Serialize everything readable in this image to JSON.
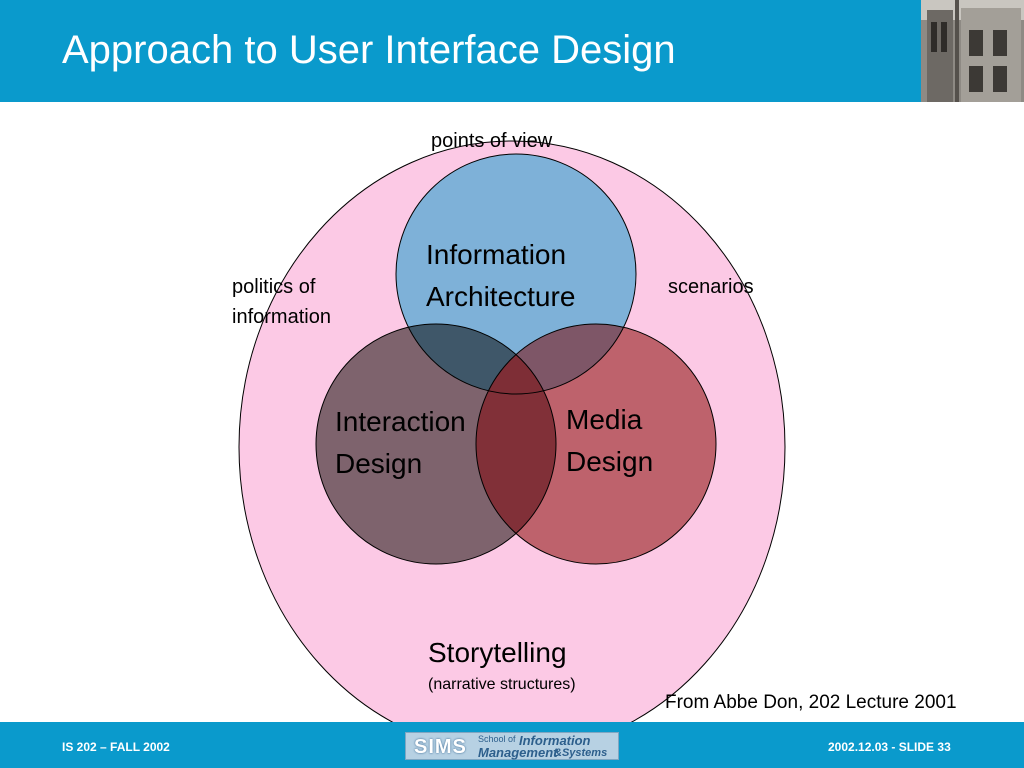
{
  "slide": {
    "title": "Approach to User Interface Design"
  },
  "diagram": {
    "outer_label": "Storytelling",
    "outer_sublabel": "(narrative structures)",
    "top_annotation": "points  of view",
    "left_annotation_line1": "politics of",
    "left_annotation_line2": "information",
    "right_annotation": "scenarios",
    "circles": {
      "information_architecture": {
        "line1": "Information",
        "line2": "Architecture",
        "color": "#7eb1d8"
      },
      "interaction_design": {
        "line1": "Interaction",
        "line2": "Design",
        "color": "#7e636d"
      },
      "media_design": {
        "line1": "Media",
        "line2": "Design",
        "color": "#be626c"
      }
    },
    "outer_color": "#fcc9e5",
    "credit": "From Abbe Don, 202 Lecture 2001"
  },
  "footer": {
    "left": "IS 202 – FALL 2002",
    "right": "2002.12.03 - SLIDE 33",
    "logo": {
      "sims": "SIMS",
      "school_of": "School of",
      "information": "Information",
      "management": "Management",
      "systems": "&Systems"
    }
  },
  "colors": {
    "header": "#0a9acc",
    "footer": "#0a9acc",
    "overlap_ia_id": "#3f5769",
    "overlap_ia_md": "#7e5667",
    "overlap_id_md": "#813038",
    "overlap_all": "#7e2e36"
  }
}
